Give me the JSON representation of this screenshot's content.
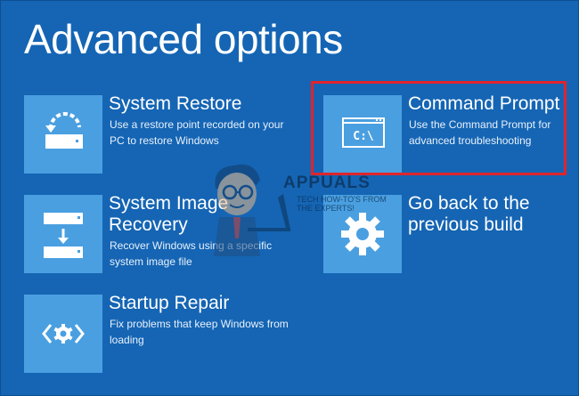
{
  "page": {
    "title": "Advanced options"
  },
  "options": [
    {
      "id": "system-restore",
      "title": "System Restore",
      "description": "Use a restore point recorded on your PC to restore Windows",
      "icon": "system-restore-icon"
    },
    {
      "id": "command-prompt",
      "title": "Command Prompt",
      "description": "Use the Command Prompt for advanced troubleshooting",
      "icon": "command-prompt-icon",
      "icon_text": "C:\\",
      "highlighted": true
    },
    {
      "id": "system-image-recovery",
      "title": "System Image Recovery",
      "title_lines": [
        "System Image",
        "Recovery"
      ],
      "description": "Recover Windows using a specific system image file",
      "icon": "system-image-icon"
    },
    {
      "id": "go-back",
      "title": "Go back to the previous build",
      "title_lines": [
        "Go back to the",
        "previous build"
      ],
      "description": "",
      "icon": "gear-icon"
    },
    {
      "id": "startup-repair",
      "title": "Startup Repair",
      "description": "Fix problems that keep Windows from loading",
      "icon": "startup-repair-icon"
    }
  ],
  "watermark": {
    "brand": "APPUALS",
    "tagline_1": "TECH HOW-TO'S FROM",
    "tagline_2": "THE EXPERTS!"
  },
  "colors": {
    "background": "#1565b4",
    "tile": "#4a9fe0",
    "highlight": "#e0242c",
    "text": "#ffffff"
  }
}
